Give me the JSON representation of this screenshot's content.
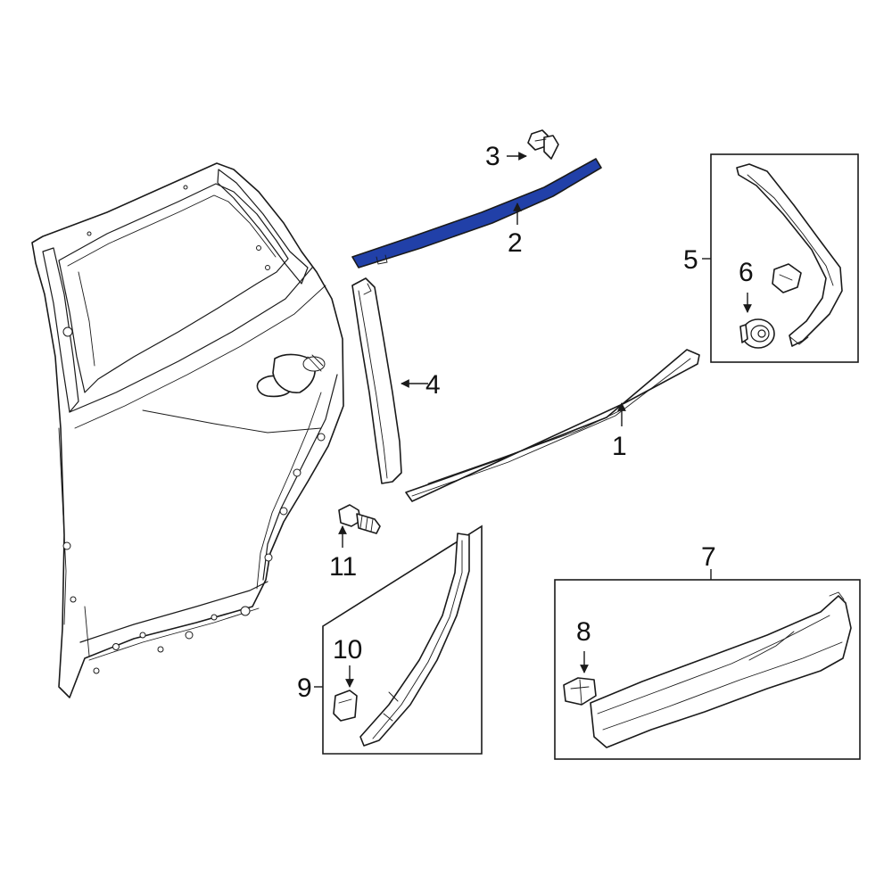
{
  "colors": {
    "highlight": "#2140a8",
    "line": "#1a1a1a",
    "background": "#ffffff"
  },
  "callouts": {
    "c1": "1",
    "c2": "2",
    "c3": "3",
    "c4": "4",
    "c5": "5",
    "c6": "6",
    "c7": "7",
    "c8": "8",
    "c9": "9",
    "c10": "10",
    "c11": "11"
  }
}
